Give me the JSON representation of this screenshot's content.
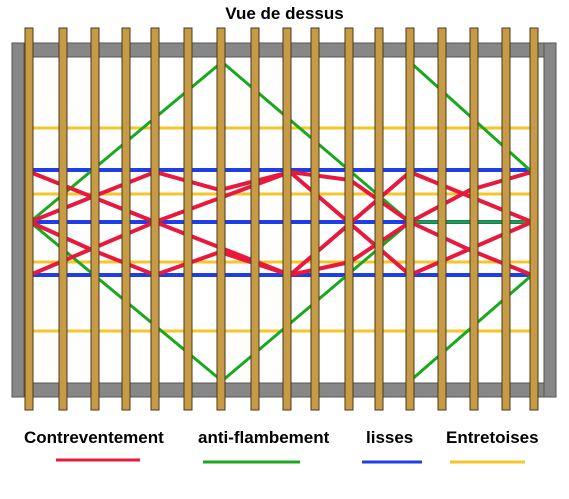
{
  "title": "Vue de dessus",
  "legend": {
    "bracing": {
      "label": "Contreventement",
      "color": "#e8193c"
    },
    "anti_buckling": {
      "label": "anti-flambement",
      "color": "#19a81e"
    },
    "rails": {
      "label": "lisses",
      "color": "#1e3ee8"
    },
    "spacers": {
      "label": "Entretoises",
      "color": "#f5c52a"
    }
  },
  "colors": {
    "frame": "#878787",
    "frame_edge": "#555555",
    "post": "#c79a45",
    "post_edge": "#4a3a1a"
  }
}
